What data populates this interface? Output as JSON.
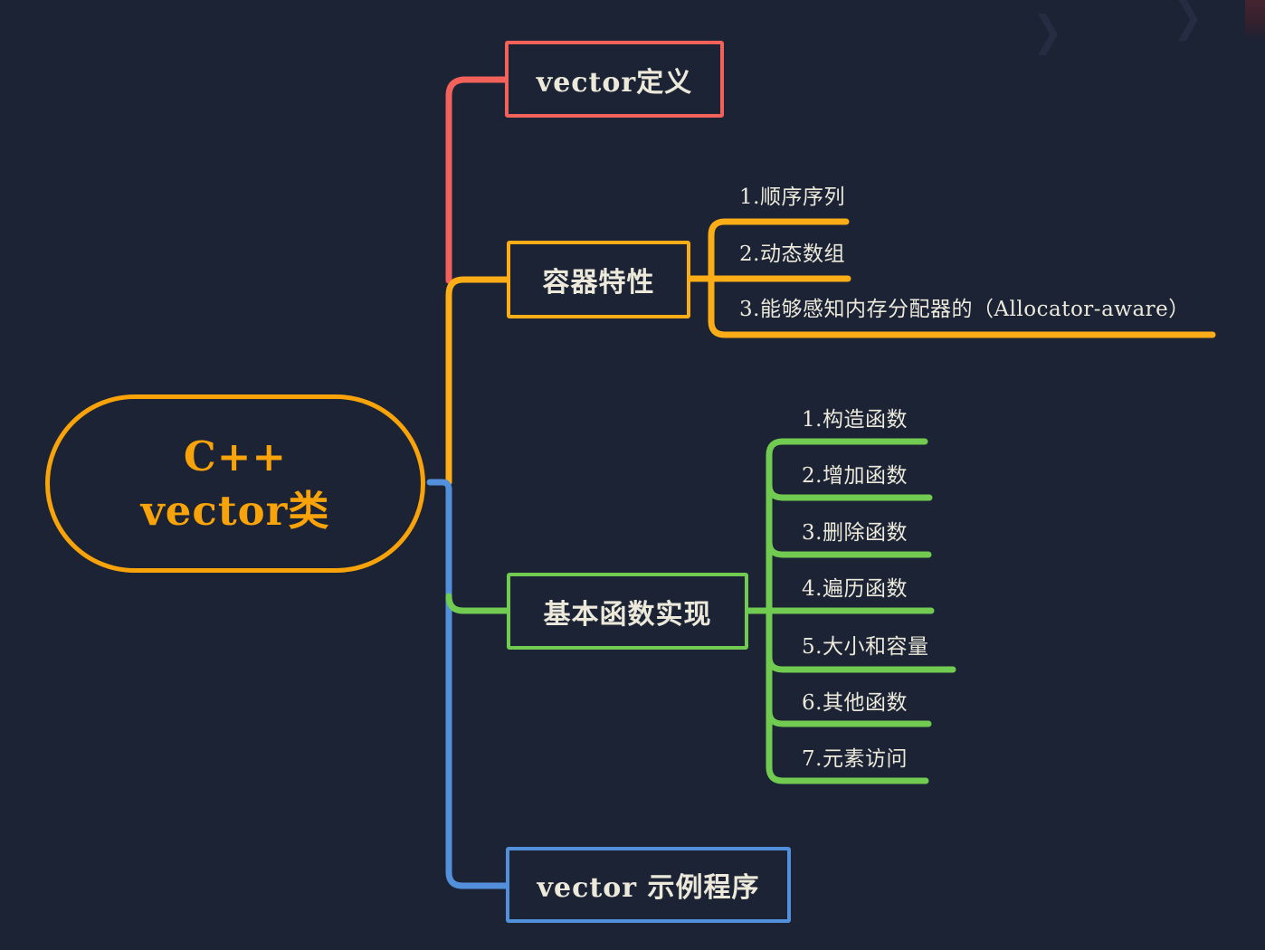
{
  "colors": {
    "background": "#1b2334",
    "text": "#ece9db",
    "root_accent": "#f9a30b",
    "red": "#f2615a",
    "yellow": "#fbad18",
    "green": "#71cb50",
    "blue": "#5390db"
  },
  "root": {
    "line1": "C++",
    "line2": "vector类"
  },
  "branches": [
    {
      "label": "vector定义",
      "color": "#f2615a",
      "children": []
    },
    {
      "label": "容器特性",
      "color": "#fbad18",
      "children": [
        "1.顺序序列",
        "2.动态数组",
        "3.能够感知内存分配器的（Allocator-aware）"
      ]
    },
    {
      "label": "基本函数实现",
      "color": "#71cb50",
      "children": [
        "1.构造函数",
        "2.增加函数",
        "3.删除函数",
        "4.遍历函数",
        "5.大小和容量",
        "6.其他函数",
        "7.元素访问"
      ]
    },
    {
      "label": "vector 示例程序",
      "color": "#5390db",
      "children": []
    }
  ],
  "decorations": {
    "chevron": "❯"
  }
}
